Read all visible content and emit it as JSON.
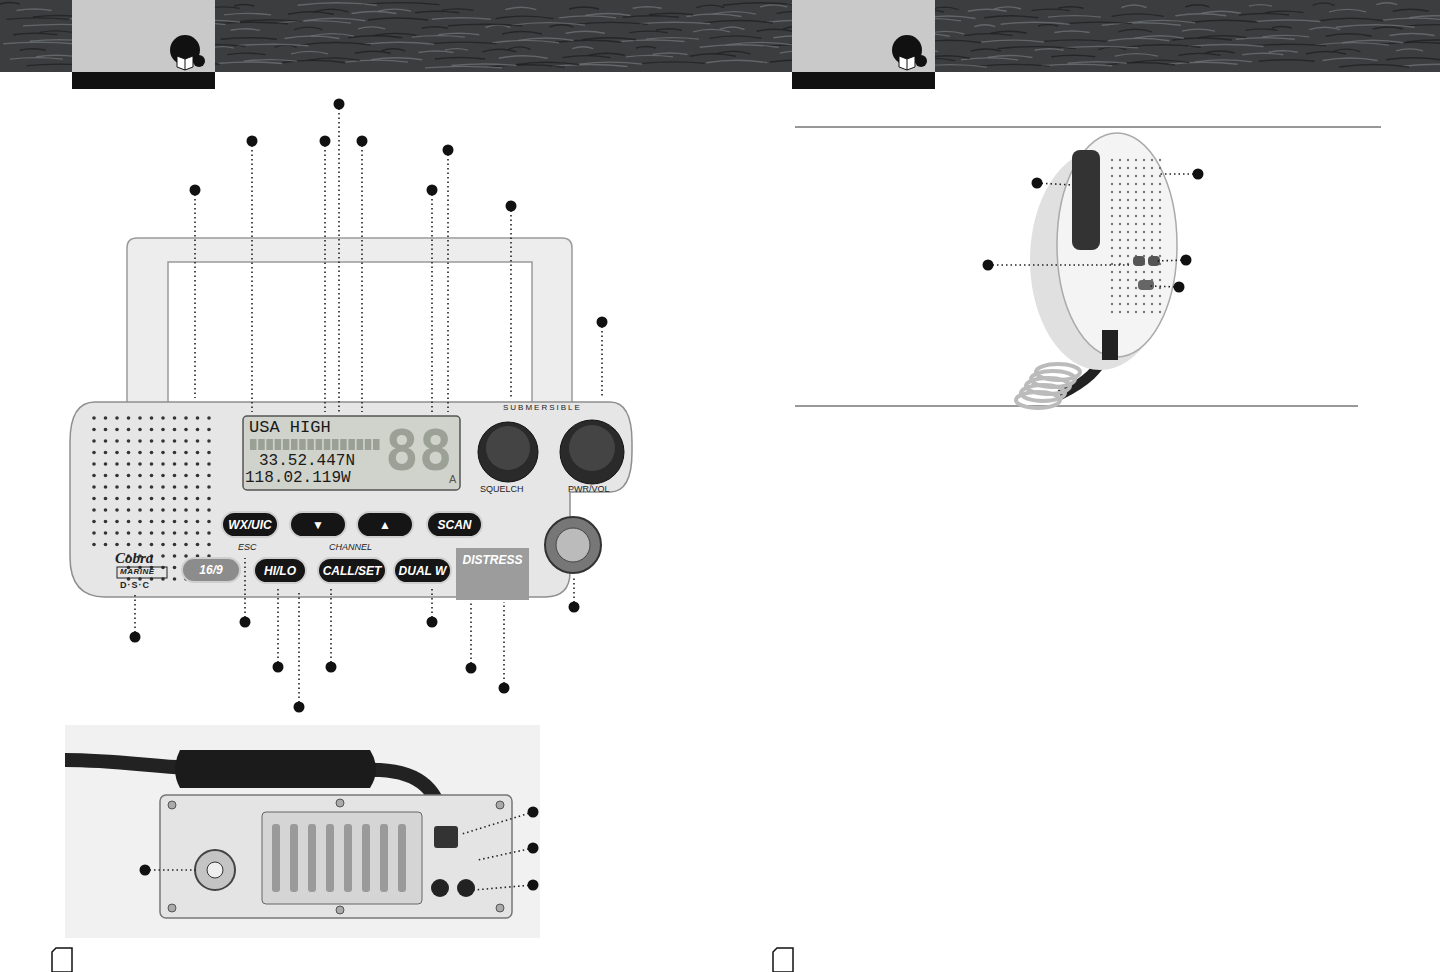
{
  "diagram": {
    "nodes": [
      {
        "text": [
          "USA HIGH",
          "33.52.447N",
          "118.02.119W",
          "88",
          "A"
        ]
      },
      {
        "text": [
          "WX/UIC"
        ]
      },
      {
        "text": [
          "▼"
        ]
      },
      {
        "text": [
          "▲"
        ]
      },
      {
        "text": [
          "SCAN"
        ]
      },
      {
        "text": [
          "16/9"
        ]
      },
      {
        "text": [
          "HI/LO"
        ]
      },
      {
        "text": [
          "CALL/SET"
        ]
      },
      {
        "text": [
          "DUAL W"
        ]
      },
      {
        "text": [
          "DISTRESS"
        ]
      }
    ],
    "labels": [
      "SUBMERSIBLE",
      "SQUELCH",
      "PWR/VOL",
      "ESC",
      "CHANNEL",
      "Cobra",
      "MARINE",
      "D·S·C"
    ]
  }
}
